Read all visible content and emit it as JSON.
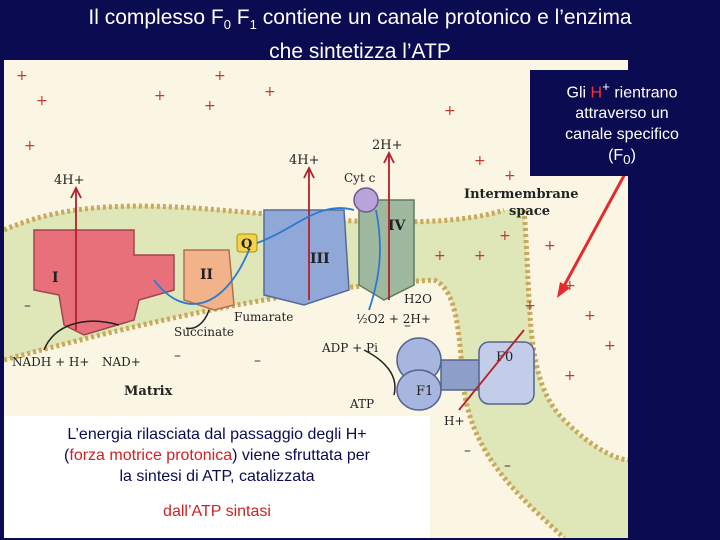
{
  "title": {
    "part1": "Il complesso F",
    "sub0": "0",
    "part2": " F",
    "sub1": "1",
    "part3": " contiene un canale protonico e l’enzima",
    "line2": "che sintetizza l’ATP"
  },
  "callout_top": {
    "line1_a": "Gli ",
    "line1_h": "H",
    "line1_plus": "+",
    "line1_b": " rientrano",
    "line2": "attraverso un",
    "line3": "canale specifico",
    "line4_a": "(F",
    "line4_sub": "0",
    "line4_b": ")"
  },
  "callout_bottom": {
    "line1": "L’energia rilasciata dal passaggio degli H+",
    "paren_open": "(",
    "red_phrase": "forza motrice protonica",
    "line2_rest": ") viene sfruttata per",
    "line3": "la sintesi di ATP, catalizzata",
    "line4": "dall’ATP sintasi"
  },
  "diagram": {
    "complex_I": "I",
    "complex_II": "II",
    "complex_III": "III",
    "complex_IV": "IV",
    "q_label": "Q",
    "cyt_c": "Cyt c",
    "h_4_left": "4H+",
    "h_4_mid": "4H+",
    "h_2": "2H+",
    "intermembrane_1": "Intermembrane",
    "intermembrane_2": "space",
    "succinate": "Succinate",
    "fumarate": "Fumarate",
    "nadh": "NADH + H+",
    "nad": "NAD+",
    "matrix": "Matrix",
    "h2o": "H2O",
    "o2_reaction": "½O2 + 2H+",
    "adp": "ADP + Pi",
    "atp": "ATP",
    "f0": "F0",
    "f1": "F1",
    "h_plus_single": "H+"
  },
  "colors": {
    "background": "#0b0b52",
    "highlight_red": "#ff2d2d",
    "complex_I": "#e7707a",
    "complex_II": "#f2b38a",
    "complex_III": "#8fa8d8",
    "complex_IV": "#9fb8a0",
    "membrane": "#cfd9a8",
    "atp_synthase": "#a7b6de"
  }
}
